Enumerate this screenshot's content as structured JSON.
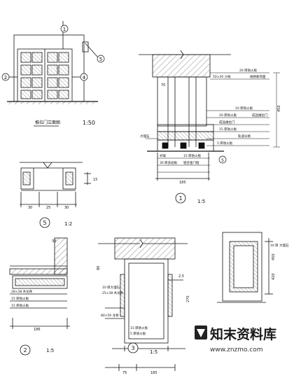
{
  "drawing": {
    "elevation": {
      "title": "推拉门立面图",
      "scale": "1:50",
      "markers": [
        "1",
        "2",
        "4",
        "5"
      ]
    },
    "detail_1": {
      "number": "1",
      "scale": "1:5",
      "dims": [
        "70",
        "450",
        "185"
      ],
      "annotations": [
        "20 厚防火板",
        "50×20 沙枝",
        "规格板饰面",
        "10 厚防火板",
        "20 厚防火板",
        "成品推拉门",
        "成品推拉门",
        "15 厚防火板",
        "大理石",
        "轨道分格",
        "5 厚防火板",
        "衬玻",
        "15 厚防火板",
        "30 厚多层板",
        "铝合金门框",
        "5"
      ],
      "marker": "5"
    },
    "detail_5": {
      "number": "5",
      "scale": "1:2",
      "dims": [
        "30",
        "25",
        "30",
        "15"
      ]
    },
    "detail_2": {
      "number": "2",
      "scale": "1:5",
      "dims": [
        "30",
        "186"
      ],
      "annotations": [
        "28×38 木龙骨",
        "15 厚防火板",
        "15 厚防火板"
      ]
    },
    "detail_3": {
      "number": "3",
      "scale": "1:5",
      "dims": [
        "80",
        "2.5",
        "270",
        "75",
        "185"
      ],
      "annotations": [
        "10 厚大理石",
        "25×38 木龙骨",
        "80×50 龙骨",
        "15 厚防火板",
        "5 厚防火板"
      ]
    },
    "detail_4": {
      "dims": [
        "10 厚 大理石",
        "450",
        "420"
      ]
    }
  },
  "watermark": {
    "brand": "知末资料库",
    "url": "www.znzmo.com"
  }
}
